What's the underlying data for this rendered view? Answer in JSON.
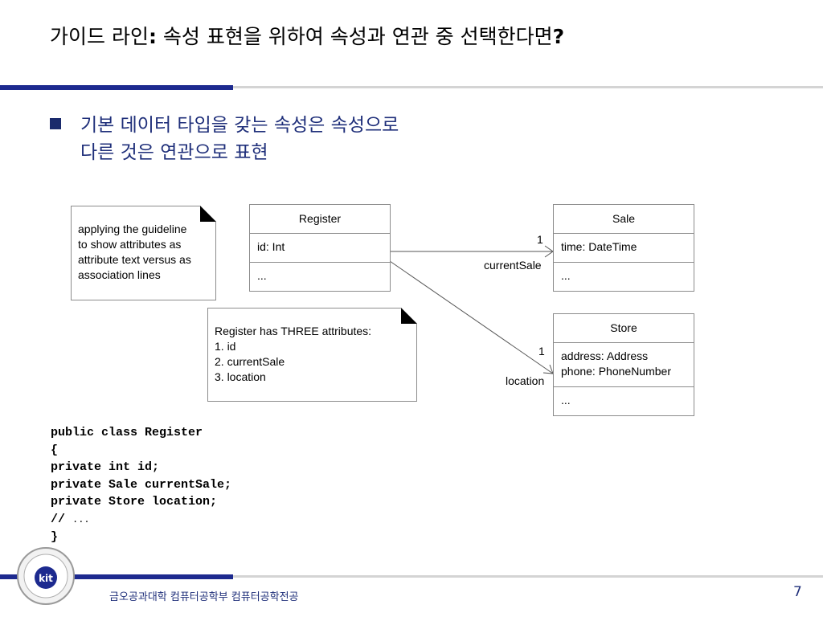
{
  "title": {
    "text": "가이드 라인",
    "colon": ":",
    "rest": " 속성 표현을 위하여 속성과 연관 중 선택한다면",
    "qmark": "?"
  },
  "bullet": {
    "line1": "기본 데이터 타입을 갖는 속성은 속성으로",
    "line2": "다른 것은 연관으로 표현"
  },
  "note1": {
    "lines": [
      "applying the guideline",
      "to show attributes as",
      "attribute text versus as",
      "association lines"
    ]
  },
  "note2": {
    "lines": [
      "Register has THREE attributes:",
      "1. id",
      "2. currentSale",
      "3. location"
    ]
  },
  "register": {
    "name": "Register",
    "attrs": [
      "id: Int"
    ],
    "ops": "..."
  },
  "sale": {
    "name": "Sale",
    "attrs": [
      "time: DateTime"
    ],
    "ops": "..."
  },
  "store": {
    "name": "Store",
    "attrs": [
      "address: Address",
      "phone: PhoneNumber"
    ],
    "ops": "..."
  },
  "assoc_sale": {
    "multiplicity": "1",
    "role": "currentSale"
  },
  "assoc_store": {
    "multiplicity": "1",
    "role": "location"
  },
  "code": {
    "lines": [
      "public class Register",
      "{",
      "private int id;",
      "private Sale currentSale;",
      "private Store location;",
      "// ",
      "}"
    ],
    "ellipsis": "..."
  },
  "footer": {
    "text": "금오공과대학 컴퓨터공학부 컴퓨터공학전공",
    "page": "7"
  },
  "logo": {
    "text": "kit"
  },
  "colors": {
    "accent": "#1d2a8f",
    "text_blue": "#1f2f7a"
  }
}
